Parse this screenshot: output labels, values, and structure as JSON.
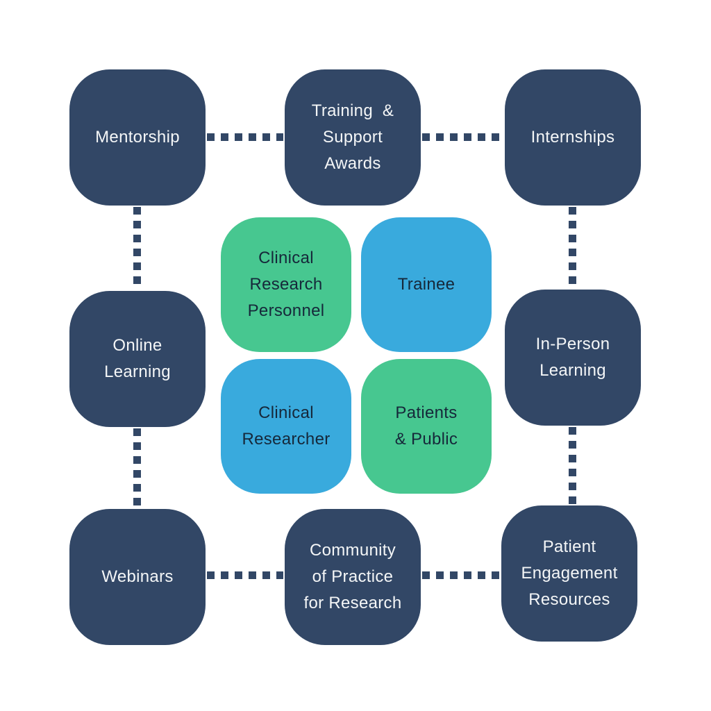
{
  "colors": {
    "navy": "#324766",
    "green": "#47C790",
    "blue": "#39AADD",
    "outer_text": "#F4F6F7",
    "inner_text": "#16283A",
    "background": "#FFFFFF"
  },
  "diagram": {
    "description": "Clinical research training ecosystem diagram: four central audience nodes surrounded by eight resource nodes linked with dotted lines",
    "outer_nodes": {
      "mentorship": {
        "label": "Mentorship"
      },
      "training_support_awards": {
        "label": "Training  &\nSupport\nAwards"
      },
      "internships": {
        "label": "Internships"
      },
      "online_learning": {
        "label": "Online\nLearning"
      },
      "in_person_learning": {
        "label": "In-Person\nLearning"
      },
      "webinars": {
        "label": "Webinars"
      },
      "community_of_practice": {
        "label": "Community\nof Practice\nfor Research"
      },
      "patient_engagement_resources": {
        "label": "Patient\nEngagement\nResources"
      }
    },
    "inner_nodes": {
      "clinical_research_personnel": {
        "label": "Clinical\nResearch\nPersonnel",
        "color": "green"
      },
      "trainee": {
        "label": "Trainee",
        "color": "blue"
      },
      "clinical_researcher": {
        "label": "Clinical\nResearcher",
        "color": "blue"
      },
      "patients_public": {
        "label": "Patients\n& Public",
        "color": "green"
      }
    },
    "connectors": [
      {
        "from": "mentorship",
        "to": "training_support_awards",
        "style": "dotted"
      },
      {
        "from": "training_support_awards",
        "to": "internships",
        "style": "dotted"
      },
      {
        "from": "mentorship",
        "to": "online_learning",
        "style": "dotted"
      },
      {
        "from": "internships",
        "to": "in_person_learning",
        "style": "dotted"
      },
      {
        "from": "online_learning",
        "to": "webinars",
        "style": "dotted"
      },
      {
        "from": "in_person_learning",
        "to": "patient_engagement_resources",
        "style": "dotted"
      },
      {
        "from": "webinars",
        "to": "community_of_practice",
        "style": "dotted"
      },
      {
        "from": "community_of_practice",
        "to": "patient_engagement_resources",
        "style": "dotted"
      }
    ]
  }
}
